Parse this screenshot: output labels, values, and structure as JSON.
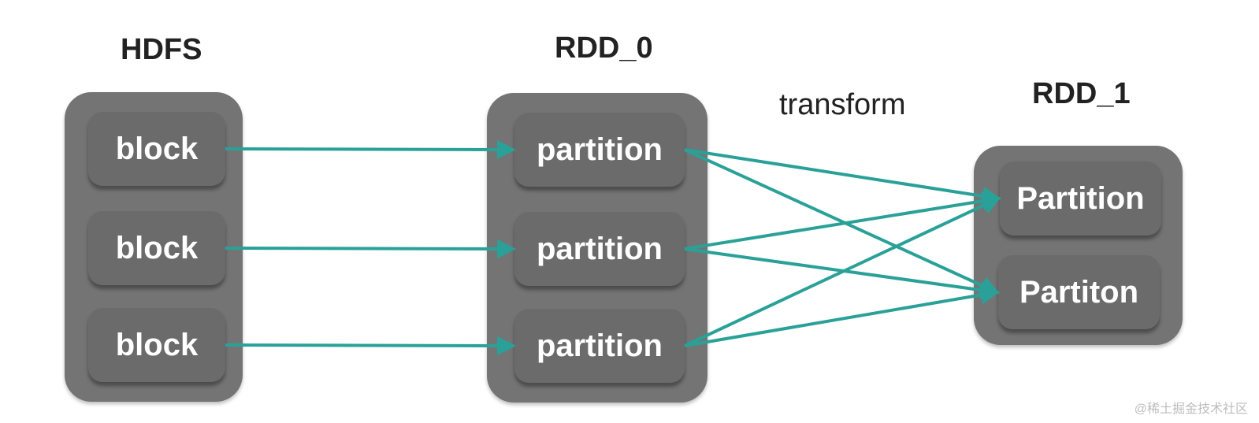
{
  "groups": {
    "hdfs": {
      "title": "HDFS",
      "items": [
        "block",
        "block",
        "block"
      ]
    },
    "rdd0": {
      "title": "RDD_0",
      "items": [
        "partition",
        "partition",
        "partition"
      ]
    },
    "rdd1": {
      "title": "RDD_1",
      "items": [
        "Partition",
        "Partiton"
      ]
    }
  },
  "edge_label": "transform",
  "edges": [
    {
      "from": "hdfs.0",
      "to": "rdd0.0"
    },
    {
      "from": "hdfs.1",
      "to": "rdd0.1"
    },
    {
      "from": "hdfs.2",
      "to": "rdd0.2"
    },
    {
      "from": "rdd0.0",
      "to": "rdd1.0"
    },
    {
      "from": "rdd0.0",
      "to": "rdd1.1"
    },
    {
      "from": "rdd0.1",
      "to": "rdd1.0"
    },
    {
      "from": "rdd0.1",
      "to": "rdd1.1"
    },
    {
      "from": "rdd0.2",
      "to": "rdd1.0"
    },
    {
      "from": "rdd0.2",
      "to": "rdd1.1"
    }
  ],
  "colors": {
    "arrow": "#2aa198",
    "box": "#747474",
    "item": "#6b6b6b",
    "text": "#ffffff"
  },
  "watermark": "@稀土掘金技术社区"
}
